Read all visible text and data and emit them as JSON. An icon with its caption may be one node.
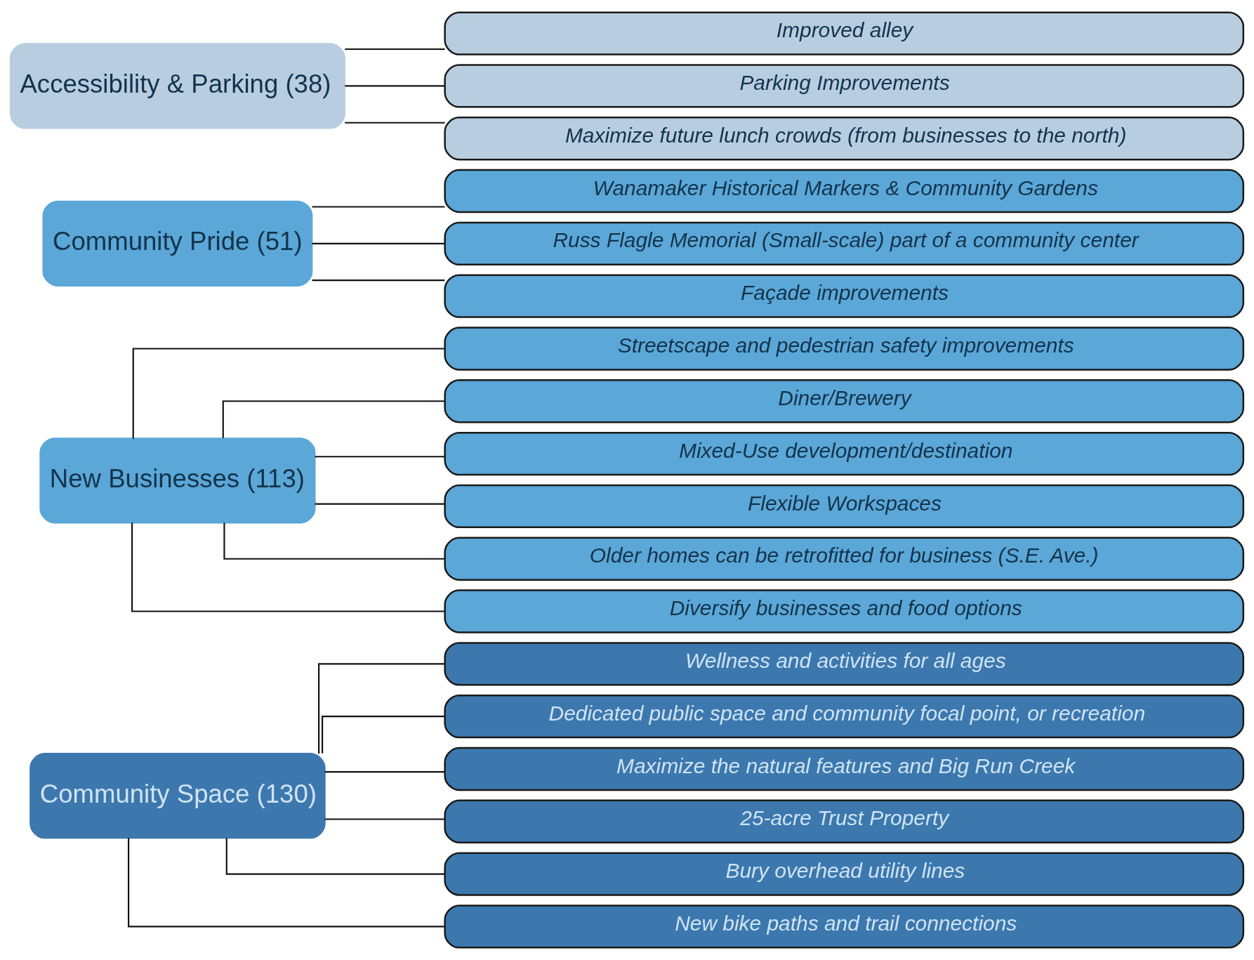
{
  "diagram": {
    "nodes": [
      {
        "text": [
          "Community Space (130)"
        ]
      },
      {
        "text": [
          "Wellness and activities for all ages"
        ]
      },
      {
        "text": [
          "Dedicated public space and community focal point, or recreation"
        ]
      },
      {
        "text": [
          "Maximize the natural features and Big Run Creek"
        ]
      },
      {
        "text": [
          "25-acre Trust Property"
        ]
      },
      {
        "text": [
          "Bury overhead utility lines"
        ]
      },
      {
        "text": [
          "New bike paths and trail connections"
        ]
      },
      {
        "text": [
          "New Businesses (113)"
        ]
      },
      {
        "text": [
          "Streetscape and pedestrian safety improvements"
        ]
      },
      {
        "text": [
          "Diner/Brewery"
        ]
      },
      {
        "text": [
          "Mixed-Use development/destination"
        ]
      },
      {
        "text": [
          "Flexible Workspaces"
        ]
      },
      {
        "text": [
          "Older homes can be retrofitted for business (S.E. Ave.)"
        ]
      },
      {
        "text": [
          "Diversify businesses and food options"
        ]
      },
      {
        "text": [
          "Community Pride (51)"
        ]
      },
      {
        "text": [
          "Wanamaker Historical Markers & Community Gardens"
        ]
      },
      {
        "text": [
          "Russ Flagle Memorial (Small-scale) part of a community center"
        ]
      },
      {
        "text": [
          "Façade improvements"
        ]
      },
      {
        "text": [
          "Accessibility & Parking (38)"
        ]
      },
      {
        "text": [
          "Improved alley"
        ]
      },
      {
        "text": [
          "Parking Improvements"
        ]
      },
      {
        "text": [
          "Maximize future lunch crowds (from businesses to the north)"
        ]
      }
    ],
    "edges": [
      {
        "from": 0,
        "to": 1,
        "arrow": "none"
      },
      {
        "from": 0,
        "to": 2,
        "arrow": "none"
      },
      {
        "from": 0,
        "to": 3,
        "arrow": "none"
      },
      {
        "from": 0,
        "to": 4,
        "arrow": "none"
      },
      {
        "from": 0,
        "to": 5,
        "arrow": "none"
      },
      {
        "from": 0,
        "to": 6,
        "arrow": "none"
      },
      {
        "from": 7,
        "to": 8,
        "arrow": "none"
      },
      {
        "from": 7,
        "to": 9,
        "arrow": "none"
      },
      {
        "from": 7,
        "to": 10,
        "arrow": "none"
      },
      {
        "from": 7,
        "to": 11,
        "arrow": "none"
      },
      {
        "from": 7,
        "to": 12,
        "arrow": "none"
      },
      {
        "from": 7,
        "to": 13,
        "arrow": "none"
      },
      {
        "from": 14,
        "to": 15,
        "arrow": "none"
      },
      {
        "from": 14,
        "to": 16,
        "arrow": "none"
      },
      {
        "from": 14,
        "to": 17,
        "arrow": "none"
      },
      {
        "from": 18,
        "to": 19,
        "arrow": "none"
      },
      {
        "from": 18,
        "to": 20,
        "arrow": "none"
      },
      {
        "from": 18,
        "to": 21,
        "arrow": "none"
      }
    ]
  }
}
